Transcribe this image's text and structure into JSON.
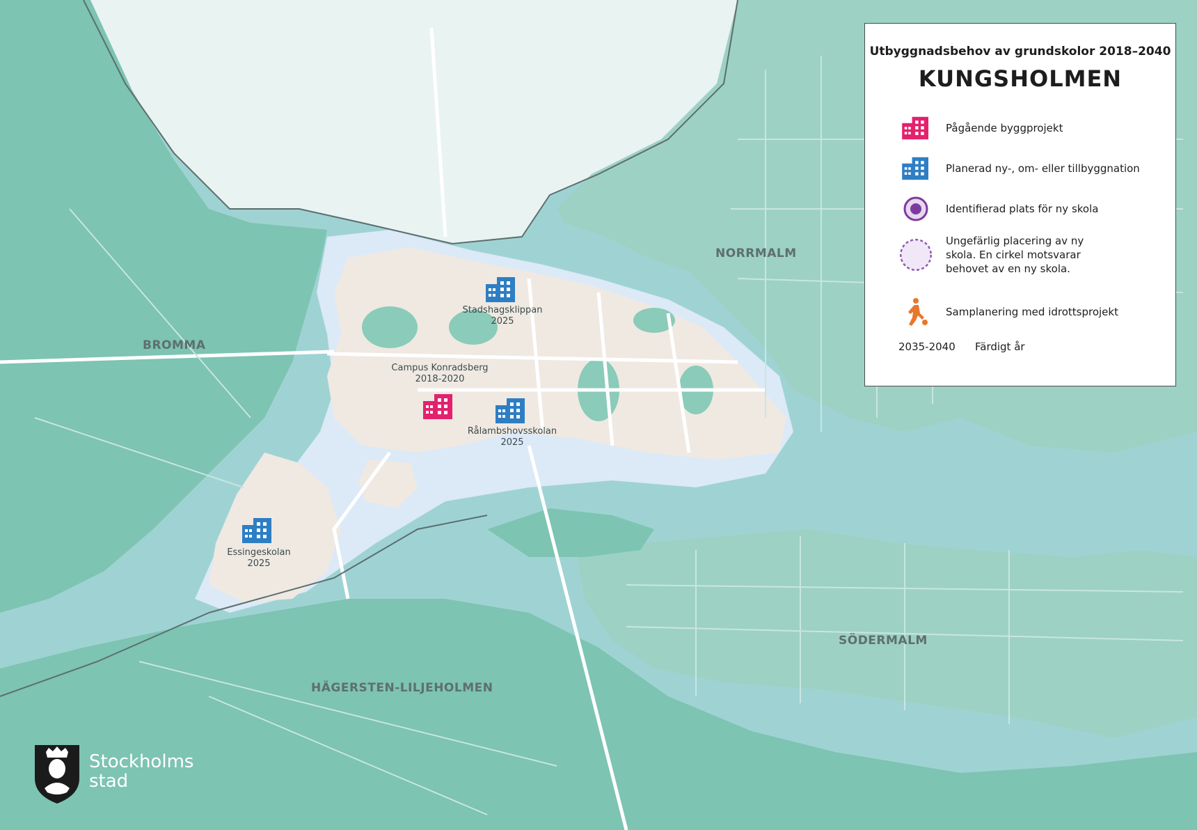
{
  "colors": {
    "water": "#9fd3d3",
    "land": "#7dc4b2",
    "land_light": "#c4e2dc",
    "kungsholmen_land": "#efe9e2",
    "highlight_water": "#dce9f7",
    "pending_project": "#e4216c",
    "planned_project": "#2e7ec4",
    "identified_site": "#7d3a9e",
    "coordinated_sports": "#e8762b"
  },
  "legend": {
    "subtitle": "Utbyggnadsbehov av grundskolor 2018–2040",
    "title": "KUNGSHOLMEN",
    "items": [
      {
        "icon": "pink-building-icon",
        "label": "Pågående byggprojekt"
      },
      {
        "icon": "blue-building-icon",
        "label": "Planerad ny-, om- eller tillbyggnation"
      },
      {
        "icon": "purple-circle-icon",
        "label": "Identifierad plats för ny skola"
      },
      {
        "icon": "dashed-circle-icon",
        "label": "Ungefärlig placering av ny skola. En cirkel motsvarar behovet av en ny skola."
      },
      {
        "icon": "walking-person-icon",
        "label": "Samplanering med idrottsprojekt"
      }
    ],
    "year_example": "2035-2040",
    "year_label": "Färdigt år"
  },
  "districts": {
    "bromma": "BROMMA",
    "norrmalm": "NORRMALM",
    "sodermalm": "SÖDERMALM",
    "hagersten": "HÄGERSTEN-LILJEHOLMEN"
  },
  "schools": [
    {
      "name": "Stadshagsklippan",
      "year": "2025",
      "type": "planned"
    },
    {
      "name": "Campus Konradsberg",
      "year": "2018-2020",
      "type": "pending"
    },
    {
      "name": "Rålambshovsskolan",
      "year": "2025",
      "type": "planned"
    },
    {
      "name": "Essingeskolan",
      "year": "2025",
      "type": "planned"
    }
  ],
  "brand": {
    "line1": "Stockholms",
    "line2": "stad",
    "logo": "stockholm-crest-icon"
  }
}
